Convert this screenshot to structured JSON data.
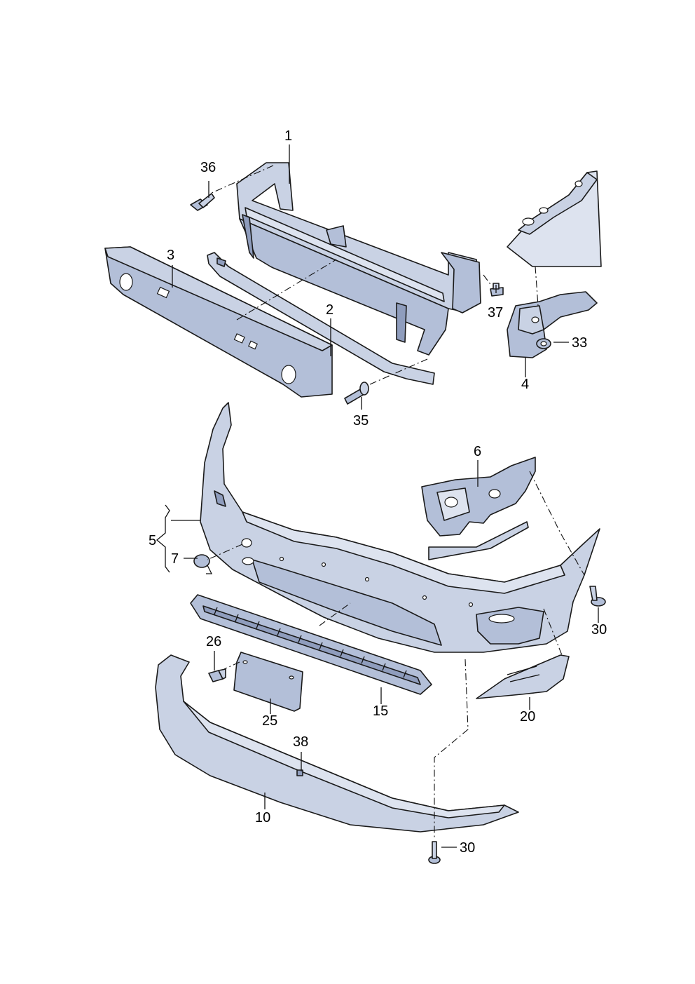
{
  "callouts": {
    "p1": "1",
    "p2": "2",
    "p3": "3",
    "p4": "4",
    "p5": "5",
    "p6": "6",
    "p7": "7",
    "p10": "10",
    "p15": "15",
    "p20": "20",
    "p25": "25",
    "p26": "26",
    "p30a": "30",
    "p30b": "30",
    "p33": "33",
    "p35": "35",
    "p36": "36",
    "p37": "37",
    "p38": "38"
  },
  "colors": {
    "part_light": "#c9d2e4",
    "part_mid": "#b3bfd8",
    "part_dark": "#8f9dbd",
    "line": "#1a1a1a"
  }
}
